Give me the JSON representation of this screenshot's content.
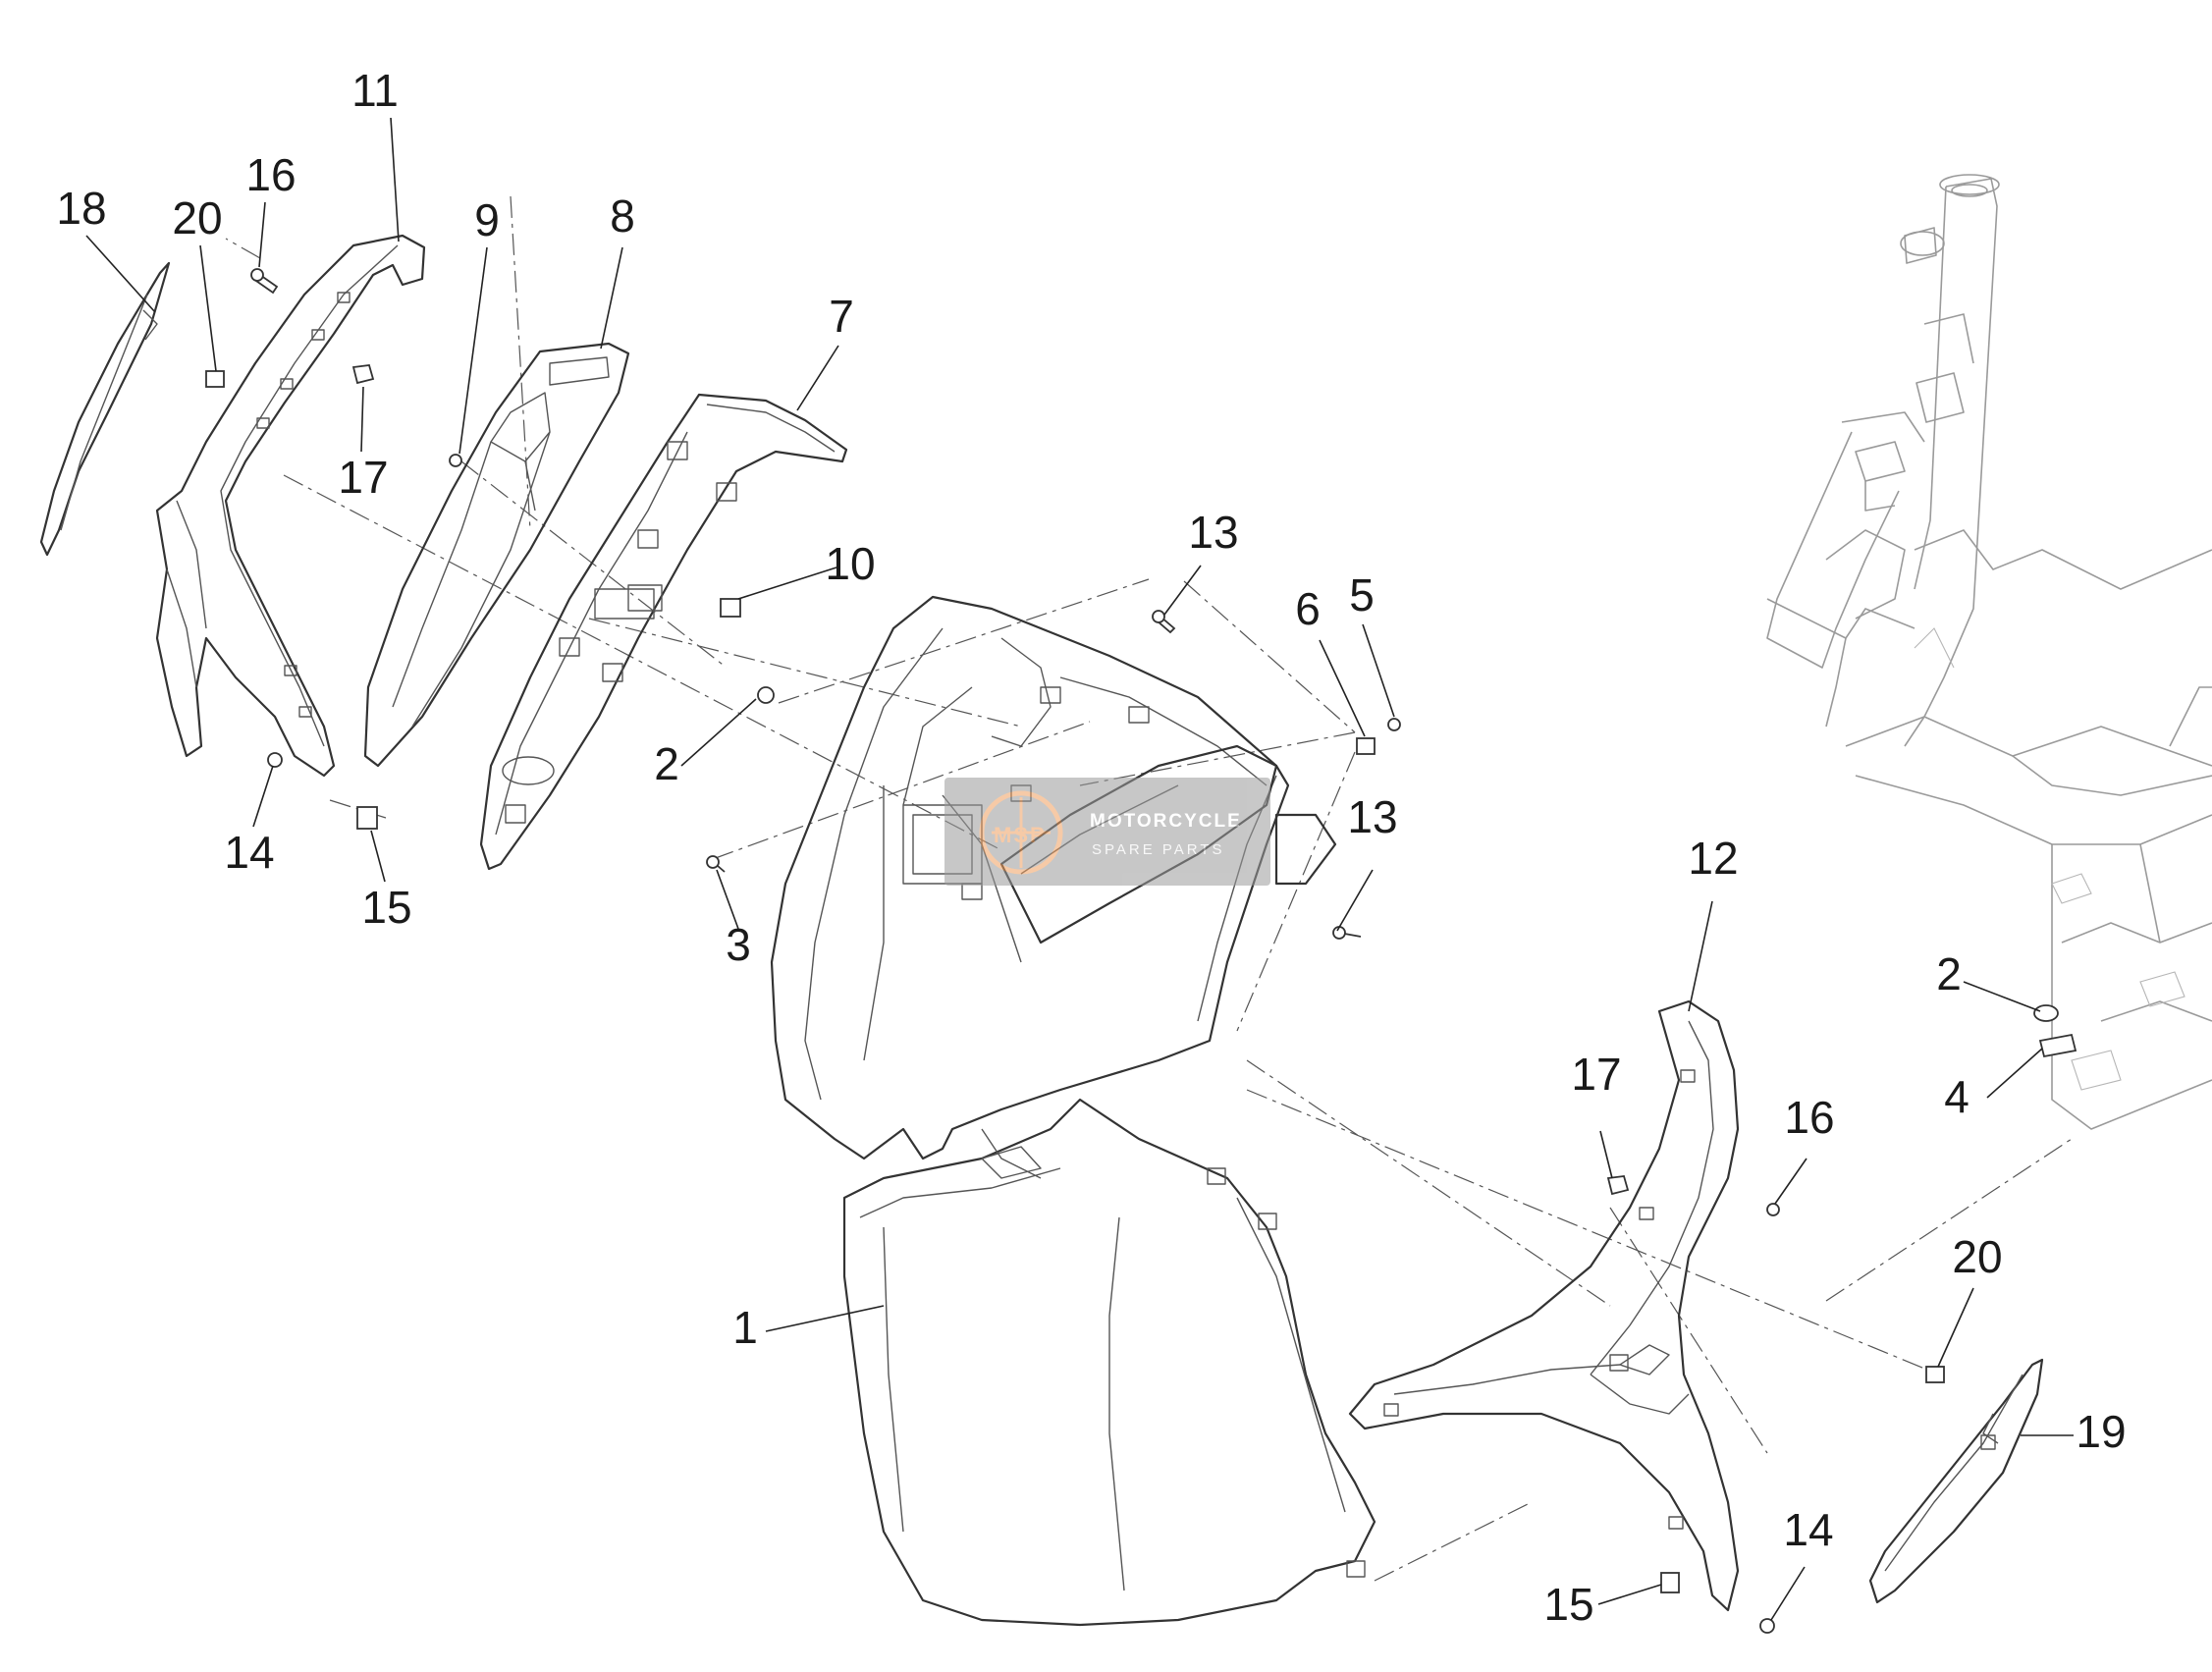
{
  "diagram": {
    "callouts": [
      {
        "id": "c18",
        "label": "18"
      },
      {
        "id": "c20a",
        "label": "20"
      },
      {
        "id": "c16a",
        "label": "16"
      },
      {
        "id": "c11",
        "label": "11"
      },
      {
        "id": "c9",
        "label": "9"
      },
      {
        "id": "c8",
        "label": "8"
      },
      {
        "id": "c7",
        "label": "7"
      },
      {
        "id": "c17a",
        "label": "17"
      },
      {
        "id": "c10",
        "label": "10"
      },
      {
        "id": "c13a",
        "label": "13"
      },
      {
        "id": "c6",
        "label": "6"
      },
      {
        "id": "c5",
        "label": "5"
      },
      {
        "id": "c2a",
        "label": "2"
      },
      {
        "id": "c14a",
        "label": "14"
      },
      {
        "id": "c15a",
        "label": "15"
      },
      {
        "id": "c3",
        "label": "3"
      },
      {
        "id": "c13b",
        "label": "13"
      },
      {
        "id": "c12",
        "label": "12"
      },
      {
        "id": "c2b",
        "label": "2"
      },
      {
        "id": "c4",
        "label": "4"
      },
      {
        "id": "c17b",
        "label": "17"
      },
      {
        "id": "c16b",
        "label": "16"
      },
      {
        "id": "c1",
        "label": "1"
      },
      {
        "id": "c20b",
        "label": "20"
      },
      {
        "id": "c19",
        "label": "19"
      },
      {
        "id": "c14b",
        "label": "14"
      },
      {
        "id": "c15b",
        "label": "15"
      }
    ],
    "watermark": {
      "line1": "MOTORCYCLE",
      "line2": "SPARE PARTS",
      "badge": "MSP"
    }
  }
}
